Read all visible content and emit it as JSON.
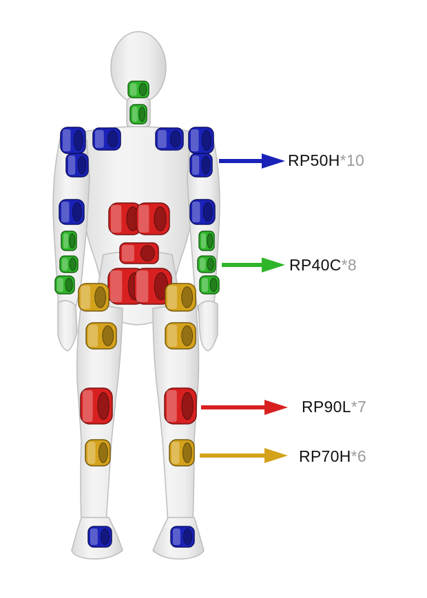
{
  "colors": {
    "blue": "#1b22b8",
    "green": "#2fb52a",
    "red": "#d82020",
    "gold": "#d4a21b",
    "body_fill": "#eaeaea",
    "body_stroke": "#b5b5b5"
  },
  "legend": [
    {
      "id": "rp50h",
      "code": "RP50H",
      "qty": "*10",
      "color_key": "blue"
    },
    {
      "id": "rp40c",
      "code": "RP40C",
      "qty": "*8",
      "color_key": "green"
    },
    {
      "id": "rp90l",
      "code": "RP90L",
      "qty": "*7",
      "color_key": "red"
    },
    {
      "id": "rp70h",
      "code": "RP70H",
      "qty": "*6",
      "color_key": "gold"
    }
  ]
}
